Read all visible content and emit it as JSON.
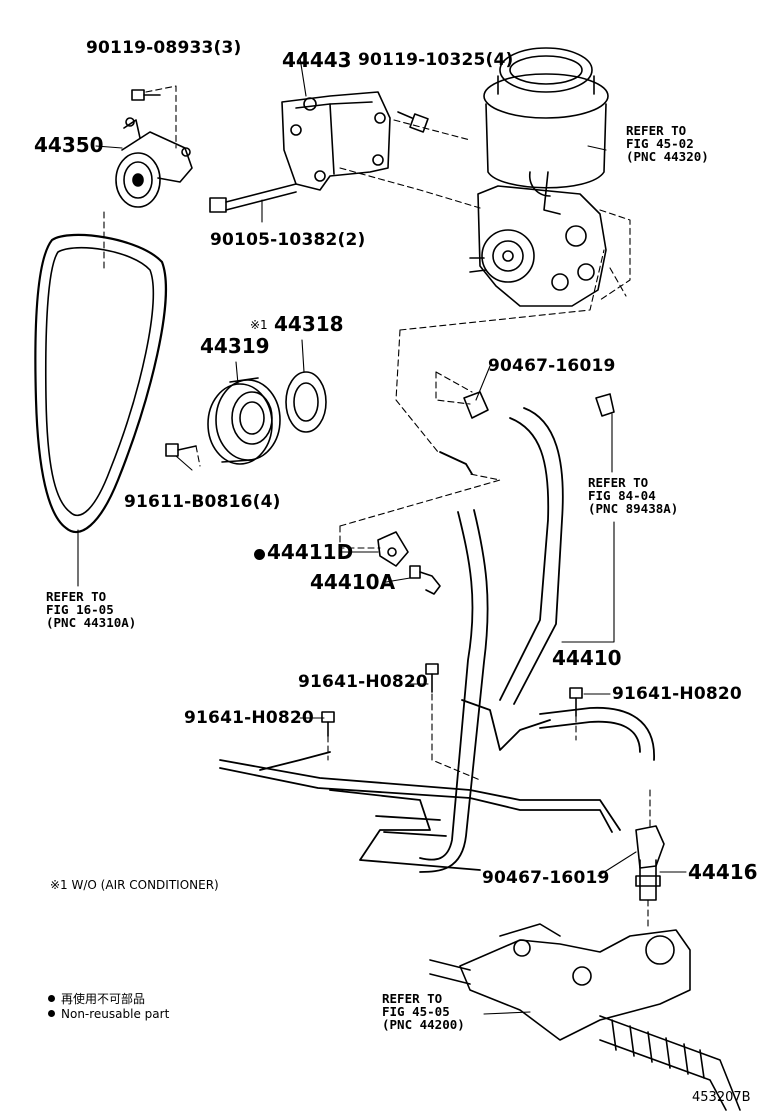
{
  "labels": {
    "p90119_08933": "90119-08933(3)",
    "p44443": "44443",
    "p90119_10325": "90119-10325(4)",
    "p44350": "44350",
    "p90105_10382": "90105-10382(2)",
    "p44318": "44318",
    "mark_ac": "※1",
    "p44319": "44319",
    "p90467_16019_top": "90467-16019",
    "p91611_b0816": "91611-B0816(4)",
    "p44411d": "44411D",
    "p44410a": "44410A",
    "p44410": "44410",
    "p91641_h0820_a": "91641-H0820",
    "p91641_h0820_b": "91641-H0820",
    "p91641_h0820_c": "91641-H0820",
    "p90467_16019_bot": "90467-16019",
    "p44416": "44416"
  },
  "refs": {
    "r4502": {
      "line1": "REFER TO",
      "line2": "FIG  45-02",
      "line3": "(PNC  44320)"
    },
    "r8404": {
      "line1": "REFER TO",
      "line2": "FIG  84-04",
      "line3": "(PNC  89438A)"
    },
    "r1605": {
      "line1": "REFER TO",
      "line2": "FIG  16-05",
      "line3": "(PNC  44310A)"
    },
    "r4505": {
      "line1": "REFER TO",
      "line2": "FIG  45-05",
      "line3": "(PNC  44200)"
    }
  },
  "notes": {
    "ac": "※1   W/O (AIR CONDITIONER)",
    "legend_jp": "再使用不可部品",
    "legend_en": "Non-reusable part"
  },
  "figure_number": "453207B"
}
